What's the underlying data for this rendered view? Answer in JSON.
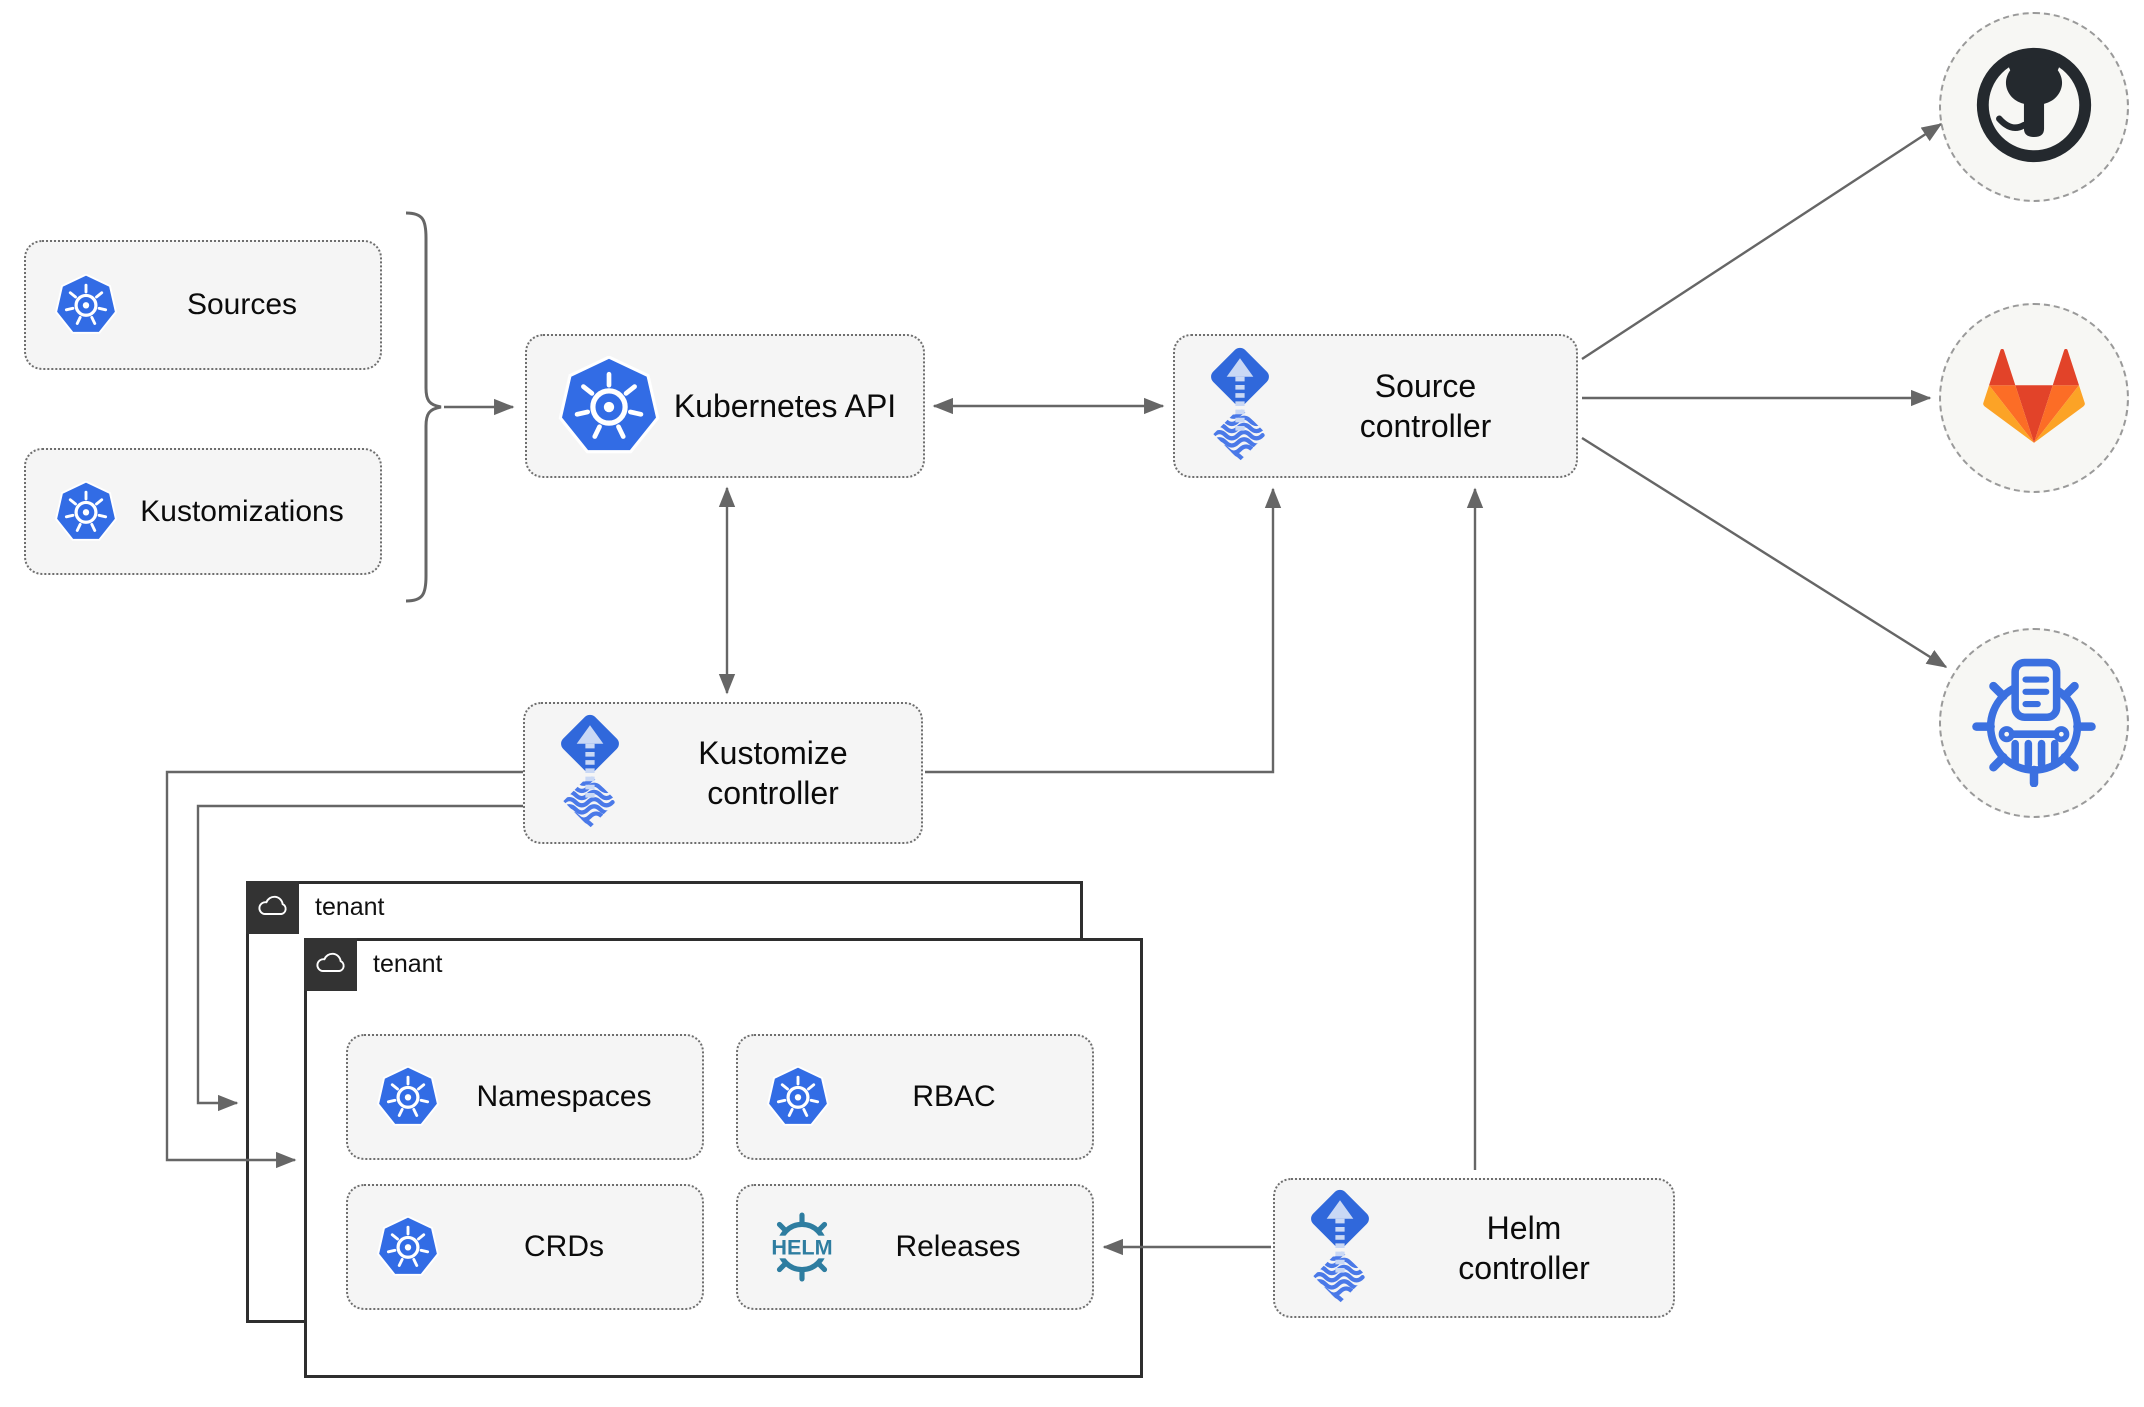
{
  "nodes": {
    "sources": "Sources",
    "kustomizations": "Kustomizations",
    "kubernetes_api": "Kubernetes API",
    "source_controller": "Source controller",
    "kustomize_controller": "Kustomize controller",
    "helm_controller": "Helm controller",
    "tenant_outer": "tenant",
    "tenant_inner": "tenant",
    "namespaces": "Namespaces",
    "rbac": "RBAC",
    "crds": "CRDs",
    "releases": "Releases"
  },
  "logos": {
    "helm_text": "HELM"
  },
  "icons": {
    "kubernetes": "kubernetes-icon",
    "flux": "flux-icon",
    "helm": "helm-icon",
    "cloud": "cloud-icon",
    "github": "github-icon",
    "gitlab": "gitlab-icon",
    "helm_repository": "chartmuseum-icon"
  },
  "colors": {
    "kubernetes_blue": "#326CE5",
    "flux_blue": "#3068DB",
    "flux_light": "#C9D8F5",
    "helm_teal": "#2E7DA0",
    "github_dark": "#24292E",
    "gitlab_red_orange": "#E24329",
    "gitlab_orange": "#FC6D26",
    "gitlab_light_orange": "#FCA326",
    "chartmuseum_blue": "#3B70E0",
    "connector_gray": "#666666",
    "node_fill": "#F5F5F5",
    "tenant_header_dark": "#333333"
  }
}
